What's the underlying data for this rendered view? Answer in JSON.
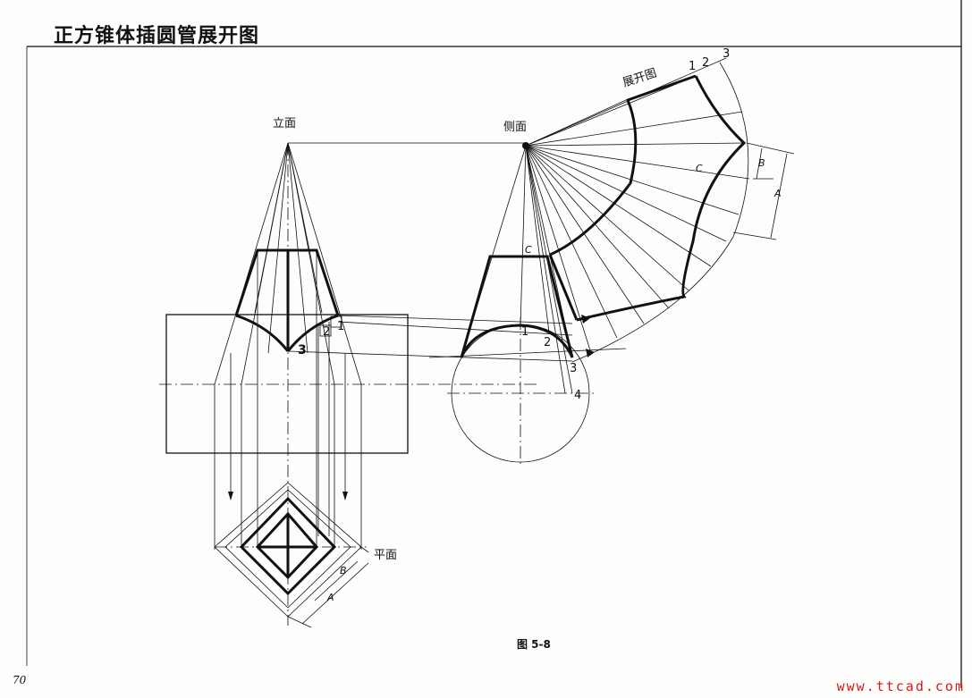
{
  "page": {
    "title": "正方锥体插圆管展开图",
    "figure_caption": "图 5-8",
    "page_number": "70",
    "watermark": "www.ttcad.com"
  },
  "labels": {
    "front_view": "立面",
    "side_view": "侧面",
    "plan_view": "平面",
    "development": "展开图",
    "dim_a": "A",
    "dim_b": "B",
    "dim_c": "C"
  },
  "front_points": [
    "1",
    "2",
    "3"
  ],
  "side_points": [
    "1",
    "2",
    "3",
    "4"
  ],
  "development_points": [
    "1",
    "2",
    "3"
  ]
}
